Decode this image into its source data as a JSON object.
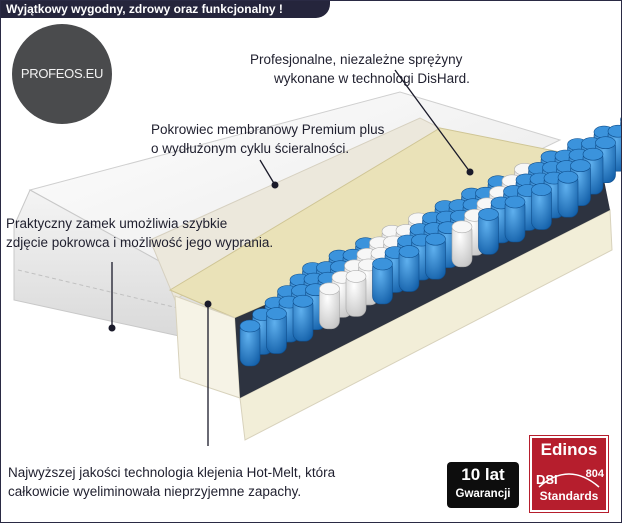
{
  "header": {
    "tagline": "Wyjątkowy wygodny, zdrowy oraz funkcjonalny !"
  },
  "logo": {
    "text": "PROFEOS.EU"
  },
  "callouts": {
    "springs": [
      "Profesjonalne, niezależne sprężyny",
      "wykonane w technologi DisHard."
    ],
    "cover": [
      "Pokrowiec membranowy Premium plus",
      "o wydłużonym cyklu ścieralności."
    ],
    "zipper": [
      "Praktyczny zamek umożliwia szybkie",
      "zdjęcie pokrowca i możliwość jego wyprania."
    ],
    "hotmelt": [
      "Najwyższej jakości technologia klejenia Hot-Melt, która",
      "całkowicie wyeliminowała nieprzyjemne zapachy."
    ]
  },
  "badges": {
    "warranty": {
      "value": "10 lat",
      "label": "Gwarancji"
    },
    "edinos": {
      "brand": "Edinos",
      "code": "DSI",
      "number": "804",
      "label": "Standards",
      "color": "#b61e2d"
    }
  },
  "colors": {
    "header_bg": "#25253c",
    "spring_blue": "#1e78c8",
    "spring_white": "#f0f0f0",
    "logo_bg": "#4a4b4d"
  }
}
